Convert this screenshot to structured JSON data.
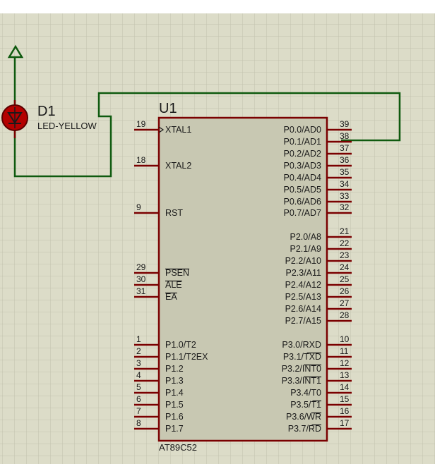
{
  "component": {
    "ref": "U1",
    "part": "AT89C52",
    "left_pins": [
      {
        "num": "19",
        "name": "XTAL1"
      },
      {
        "num": "18",
        "name": "XTAL2"
      },
      {
        "num": "9",
        "name": "RST"
      },
      {
        "num": "29",
        "name": "PSEN"
      },
      {
        "num": "30",
        "name": "ALE"
      },
      {
        "num": "31",
        "name": "EA"
      },
      {
        "num": "1",
        "name": "P1.0/T2"
      },
      {
        "num": "2",
        "name": "P1.1/T2EX"
      },
      {
        "num": "3",
        "name": "P1.2"
      },
      {
        "num": "4",
        "name": "P1.3"
      },
      {
        "num": "5",
        "name": "P1.4"
      },
      {
        "num": "6",
        "name": "P1.5"
      },
      {
        "num": "7",
        "name": "P1.6"
      },
      {
        "num": "8",
        "name": "P1.7"
      }
    ],
    "right_pins": [
      {
        "num": "39",
        "name": "P0.0/AD0"
      },
      {
        "num": "38",
        "name": "P0.1/AD1"
      },
      {
        "num": "37",
        "name": "P0.2/AD2"
      },
      {
        "num": "36",
        "name": "P0.3/AD3"
      },
      {
        "num": "35",
        "name": "P0.4/AD4"
      },
      {
        "num": "34",
        "name": "P0.5/AD5"
      },
      {
        "num": "33",
        "name": "P0.6/AD6"
      },
      {
        "num": "32",
        "name": "P0.7/AD7"
      },
      {
        "num": "21",
        "name": "P2.0/A8"
      },
      {
        "num": "22",
        "name": "P2.1/A9"
      },
      {
        "num": "23",
        "name": "P2.2/A10"
      },
      {
        "num": "24",
        "name": "P2.3/A11"
      },
      {
        "num": "25",
        "name": "P2.4/A12"
      },
      {
        "num": "26",
        "name": "P2.5/A13"
      },
      {
        "num": "27",
        "name": "P2.6/A14"
      },
      {
        "num": "28",
        "name": "P2.7/A15"
      },
      {
        "num": "10",
        "name": "P3.0/RXD"
      },
      {
        "num": "11",
        "name": "P3.1/TXD"
      },
      {
        "num": "12",
        "name": "P3.2/INT0"
      },
      {
        "num": "13",
        "name": "P3.3/INT1"
      },
      {
        "num": "14",
        "name": "P3.4/T0"
      },
      {
        "num": "15",
        "name": "P3.5/T1"
      },
      {
        "num": "16",
        "name": "P3.6/WR"
      },
      {
        "num": "17",
        "name": "P3.7/RD"
      }
    ]
  },
  "led": {
    "ref": "D1",
    "value": "LED-YELLOW"
  },
  "colors": {
    "grid_bg": "#dcdcc8",
    "grid_line": "#c2c2ae",
    "chip_fill": "#c8c8b2",
    "pin_color": "#7a0000",
    "wire_color": "#0f5a0f",
    "led_fill": "#b40000"
  }
}
